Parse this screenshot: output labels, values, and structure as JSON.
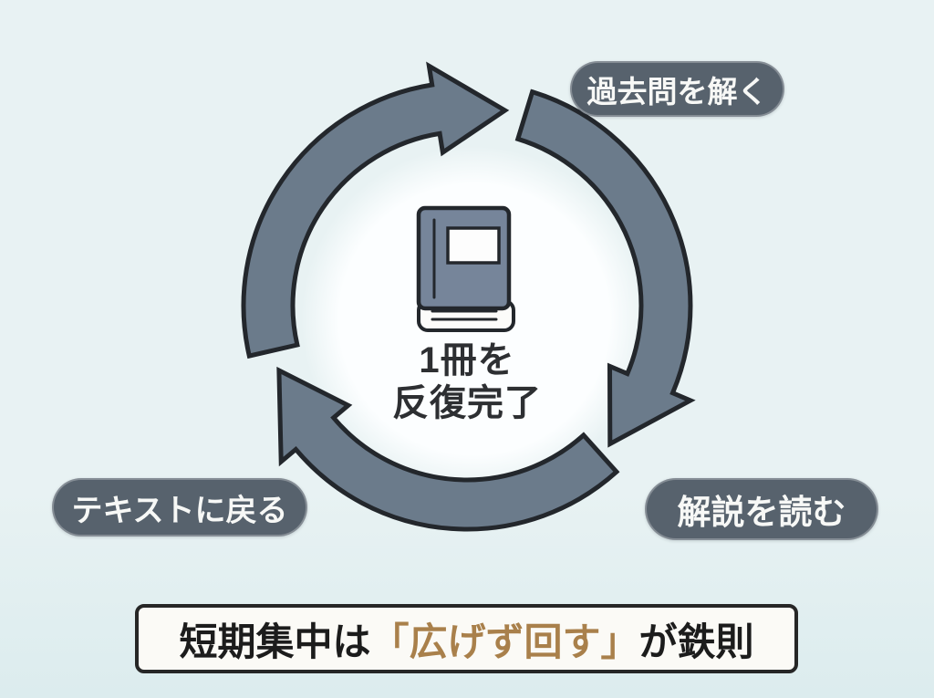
{
  "diagram": {
    "center_icon": "book-icon",
    "center_label": {
      "line1": "1冊を",
      "line2": "反復完了"
    },
    "steps": [
      {
        "id": "solve-past-questions",
        "label": "過去問を解く"
      },
      {
        "id": "read-explanations",
        "label": "解説を読む"
      },
      {
        "id": "return-to-textbook",
        "label": "テキストに戻る"
      }
    ]
  },
  "banner": {
    "prefix": "短期集中は",
    "highlight": "「広げず回す」",
    "suffix": "が鉄則"
  },
  "colors": {
    "background": "#e8f2f3",
    "background_bottom": "#dcecee",
    "disc": "#fcfeff",
    "arrow_fill": "#6b7b8b",
    "arrow_outline": "#23272c",
    "pill_background": "#57626d",
    "pill_text": "#f7f8f6",
    "center_text": "#2d2f32",
    "book_cover": "#76859a",
    "book_page": "#fcfcfa",
    "highlight_text": "#a9804b",
    "banner_background": "#fbfaf6",
    "banner_border": "#262626",
    "banner_text": "#1c1c1c"
  }
}
